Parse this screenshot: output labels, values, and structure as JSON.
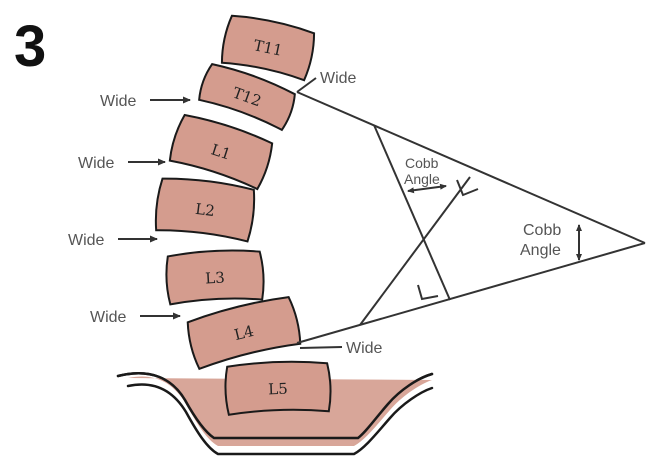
{
  "figure": {
    "panel_number": "3"
  },
  "vertebrae": [
    {
      "id": "t11",
      "label": "T11"
    },
    {
      "id": "t12",
      "label": "T12"
    },
    {
      "id": "l1",
      "label": "L1"
    },
    {
      "id": "l2",
      "label": "L2"
    },
    {
      "id": "l3",
      "label": "L3"
    },
    {
      "id": "l4",
      "label": "L4"
    },
    {
      "id": "l5",
      "label": "L5"
    }
  ],
  "labels": {
    "wide_left_1": "Wide",
    "wide_left_2": "Wide",
    "wide_left_3": "Wide",
    "wide_left_4": "Wide",
    "wide_top_right": "Wide",
    "wide_bottom_right": "Wide",
    "cobb_small_line1": "Cobb",
    "cobb_small_line2": "Angle",
    "cobb_large_line1": "Cobb",
    "cobb_large_line2": "Angle"
  },
  "colors": {
    "vertebra_fill": "#D49C8E",
    "vertebra_stroke": "#1a1a1a",
    "line": "#333333",
    "label": "#555555"
  }
}
